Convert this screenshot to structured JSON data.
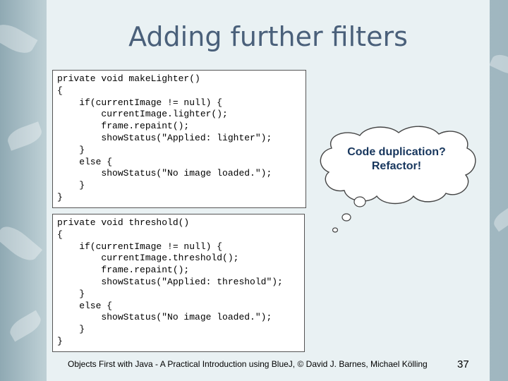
{
  "slide": {
    "title": "Adding further filters",
    "code1": "private void makeLighter()\n{\n    if(currentImage != null) {\n        currentImage.lighter();\n        frame.repaint();\n        showStatus(\"Applied: lighter\");\n    }\n    else {\n        showStatus(\"No image loaded.\");\n    }\n}",
    "code2": "private void threshold()\n{\n    if(currentImage != null) {\n        currentImage.threshold();\n        frame.repaint();\n        showStatus(\"Applied: threshold\");\n    }\n    else {\n        showStatus(\"No image loaded.\");\n    }\n}",
    "callout_line1": "Code duplication?",
    "callout_line2": "Refactor!",
    "footer": "Objects First with Java - A Practical Introduction using BlueJ, © David J. Barnes, Michael Kölling",
    "page_number": "37"
  },
  "colors": {
    "title": "#4a607a",
    "callout_text": "#17365d",
    "panel": "#e9f1f3"
  }
}
